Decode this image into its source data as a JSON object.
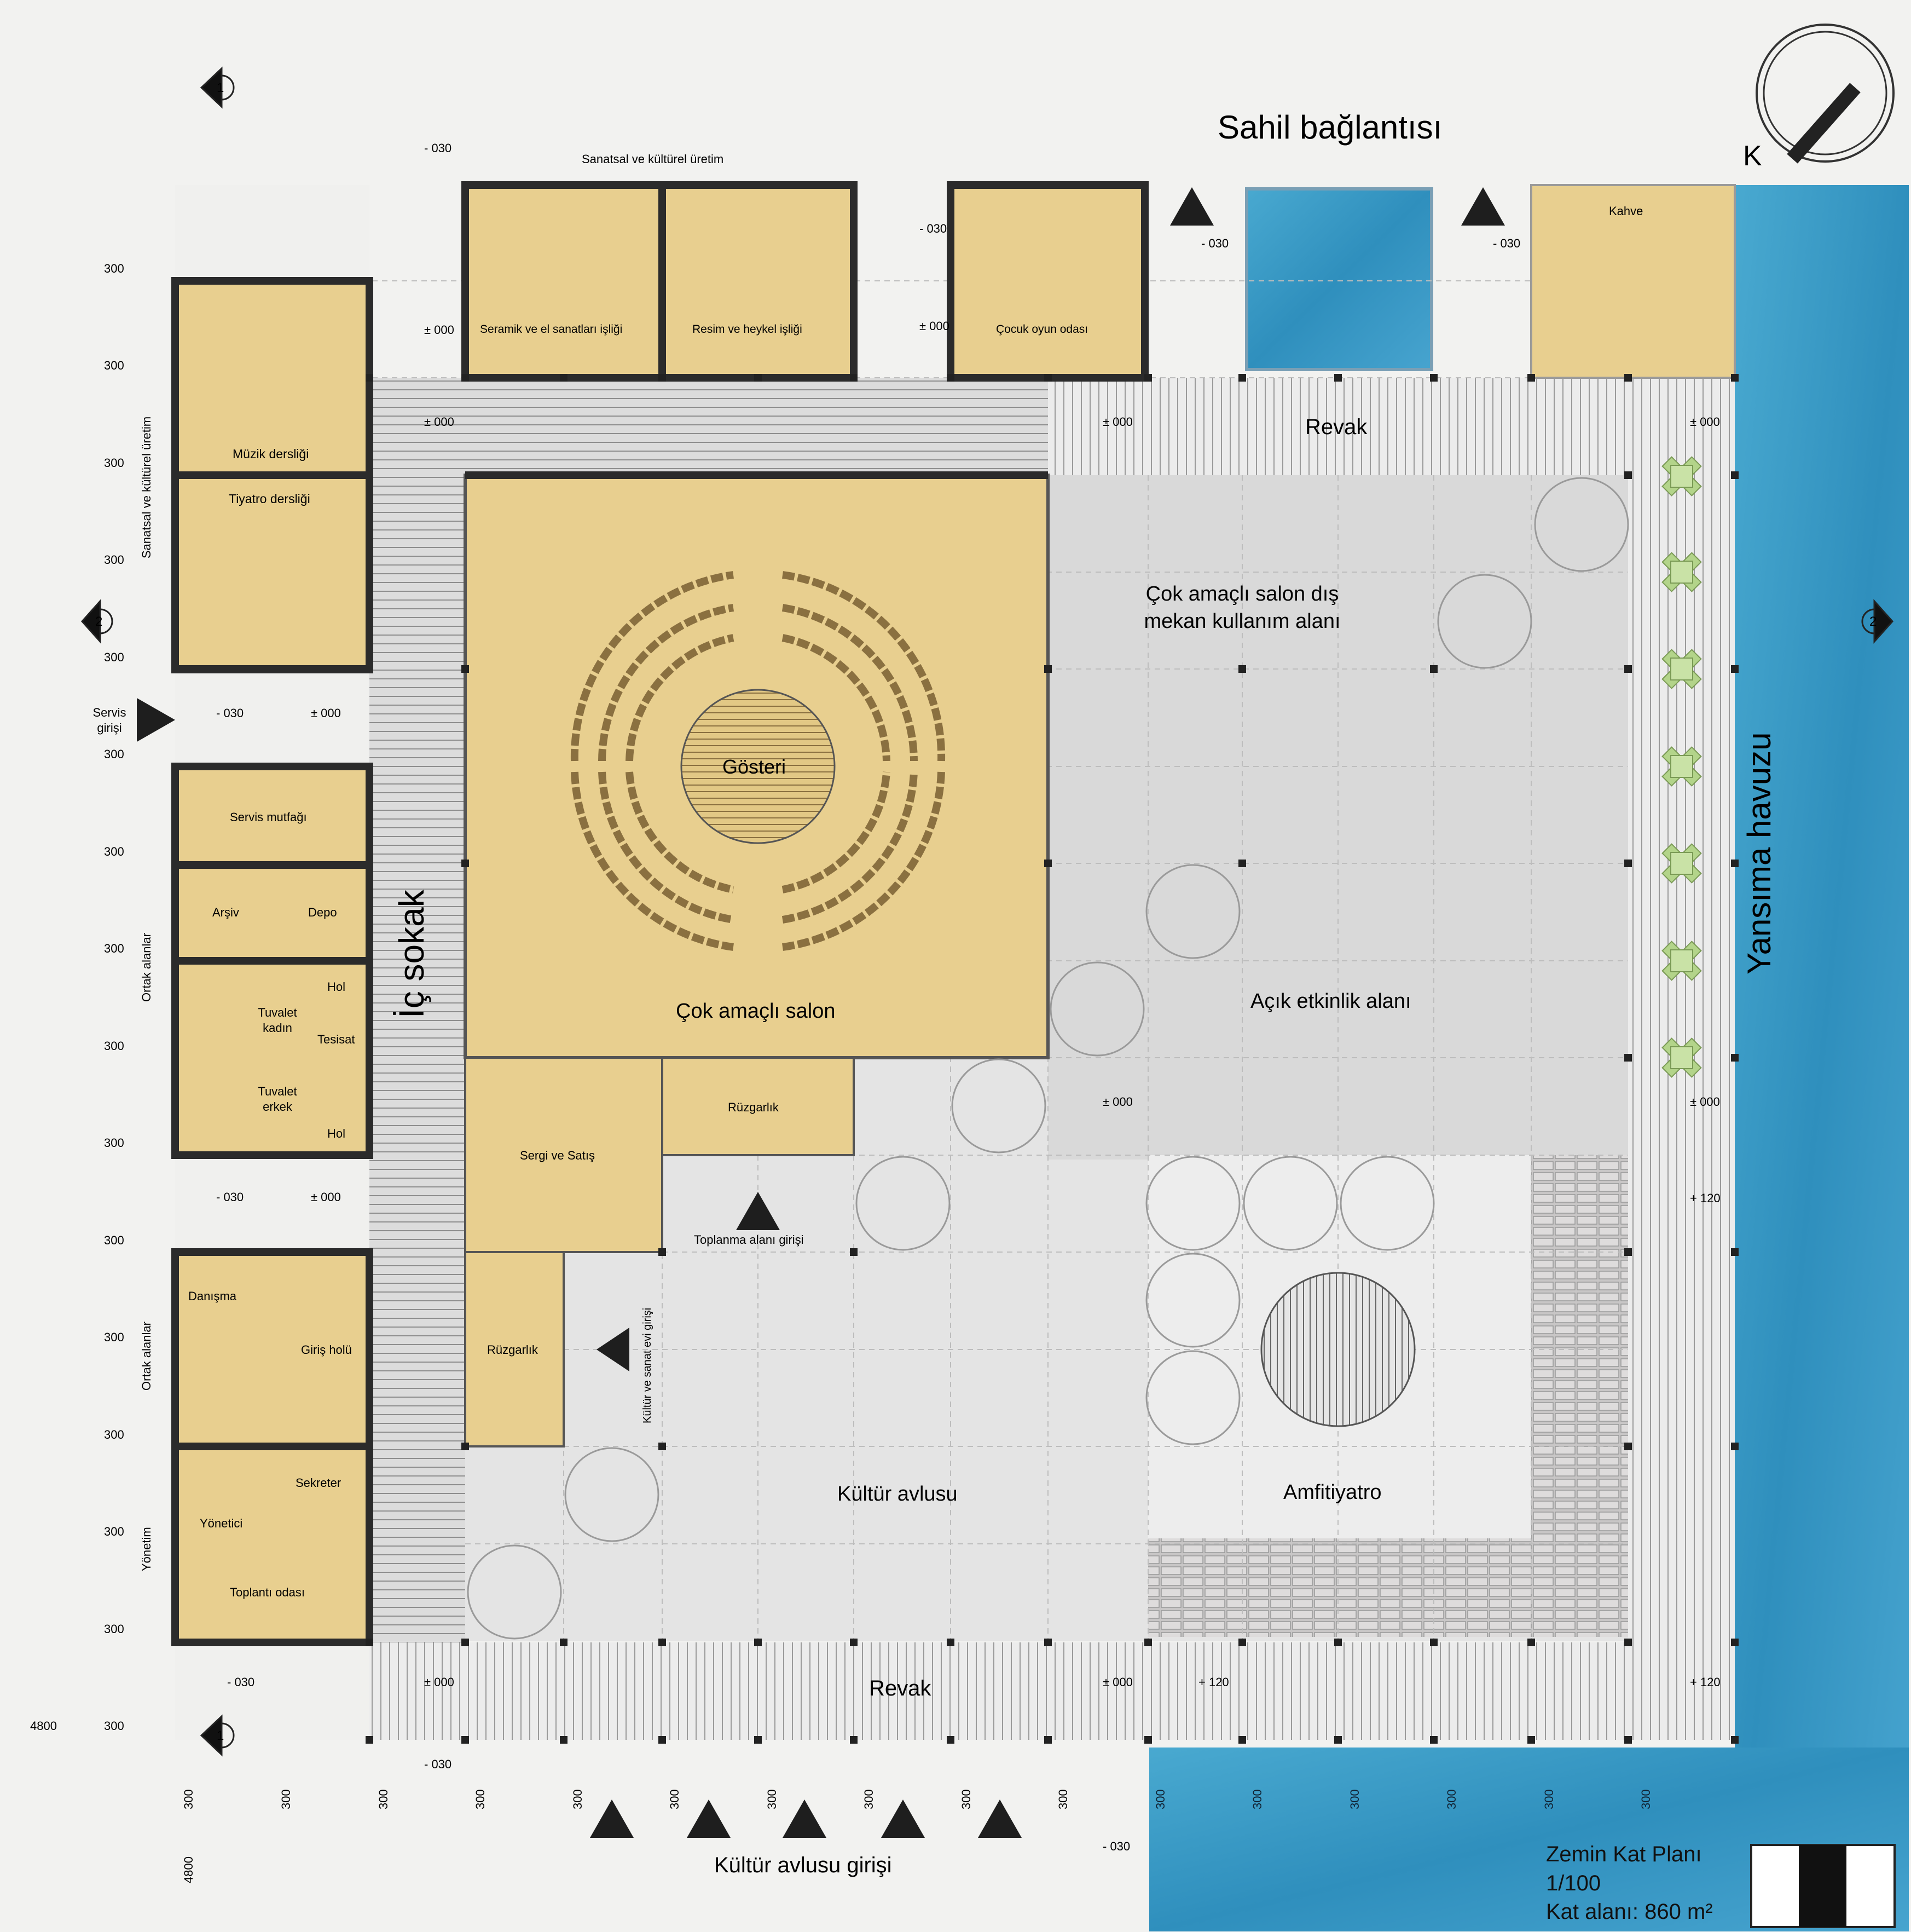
{
  "colors": {
    "background": "#f2f2f0",
    "room_fill": "#e8cf8f",
    "courtyard": "#e2e2e2",
    "corridor": "#d8d8d8",
    "water": "#3a9ac4",
    "wall": "#2b2b2b",
    "tree": "#a9cc7a"
  },
  "titles": {
    "top": "Sahil bağlantısı",
    "bottom": "Kültür avlusu girişi",
    "right": "Yansıma havuzu",
    "left_street": "İç sokak",
    "top_group": "Sanatsal ve kültürel üretim"
  },
  "side_groups": [
    "Sanatsal ve kültürel üretim",
    "Ortak alanlar",
    "Ortak alanlar",
    "Yönetim"
  ],
  "rooms": {
    "music": "Müzik dersliği",
    "theatre": "Tiyatro dersliği",
    "ceramic": "Seramik ve el sanatları işliği",
    "painting": "Resim ve heykel işliği",
    "kids": "Çocuk oyun odası",
    "cafe": "Kahve",
    "kitchen": "Servis mutfağı",
    "archive": "Arşiv",
    "depot": "Depo",
    "hall1": "Hol",
    "wc_f": "Tuvalet kadın",
    "tesisat": "Tesisat",
    "wc_m": "Tuvalet erkek",
    "hall2": "Hol",
    "info": "Danışma",
    "lobby": "Giriş holü",
    "secretary": "Sekreter",
    "director": "Yönetici",
    "meeting": "Toplantı odası",
    "show": "Gösteri",
    "multi_hall": "Çok amaçlı salon",
    "outdoor": "Çok amaçlı salon dış mekan kullanım alanı",
    "open_event": "Açık etkinlik alanı",
    "wind1": "Rüzgarlık",
    "sales": "Sergi ve Satış",
    "gathering": "Toplanma alanı girişi",
    "wind2": "Rüzgarlık",
    "culture_entry": "Kültür ve sanat evi girişi",
    "courtyard": "Kültür avlusu",
    "amphi": "Amfitiyatro",
    "revak_top": "Revak",
    "revak_bottom": "Revak",
    "service_entry": "Servis girişi"
  },
  "levels": [
    "± 000",
    "- 030",
    "+ 120"
  ],
  "section_marks": [
    "1",
    "2"
  ],
  "module_dim": "300",
  "total_dim": "4800",
  "north": "K",
  "plan_info": {
    "name": "Zemin Kat Planı",
    "scale": "1/100",
    "area": "Kat alanı: 860 m²"
  }
}
